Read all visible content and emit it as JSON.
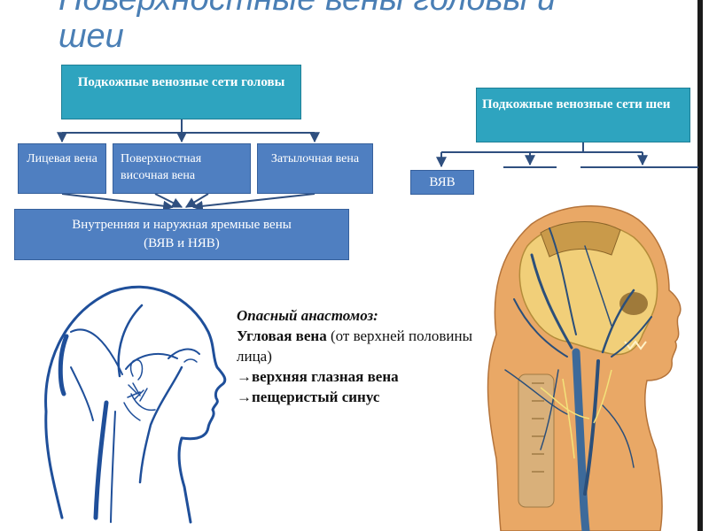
{
  "slide": {
    "title_line1": "Поверхностные вены головы и",
    "title_line2": "шеи"
  },
  "boxes": {
    "head_net": "Подкожные венозные сети головы",
    "neck_net": "Подкожные венозные сети шеи",
    "facial": "Лицевая вена",
    "temporal": "Поверхностная височная вена",
    "occipital": "Затылочная вена",
    "jugular_line1": "Внутренняя и наружная яремные вены",
    "jugular_line2": "(ВЯВ и НЯВ)",
    "vjv": "ВЯВ"
  },
  "anastomosis": {
    "title": "Опасный анастомоз:",
    "angular_bold": "Угловая вена",
    "angular_rest": " (от верхней половины лица)",
    "step1": "→верхняя глазная вена",
    "step2": "→пещеристый синус"
  },
  "colors": {
    "title": "#4a7fb5",
    "teal_box": "#2ea4bf",
    "blue_box": "#4f7fc1",
    "connector": "#2f4f7f"
  }
}
